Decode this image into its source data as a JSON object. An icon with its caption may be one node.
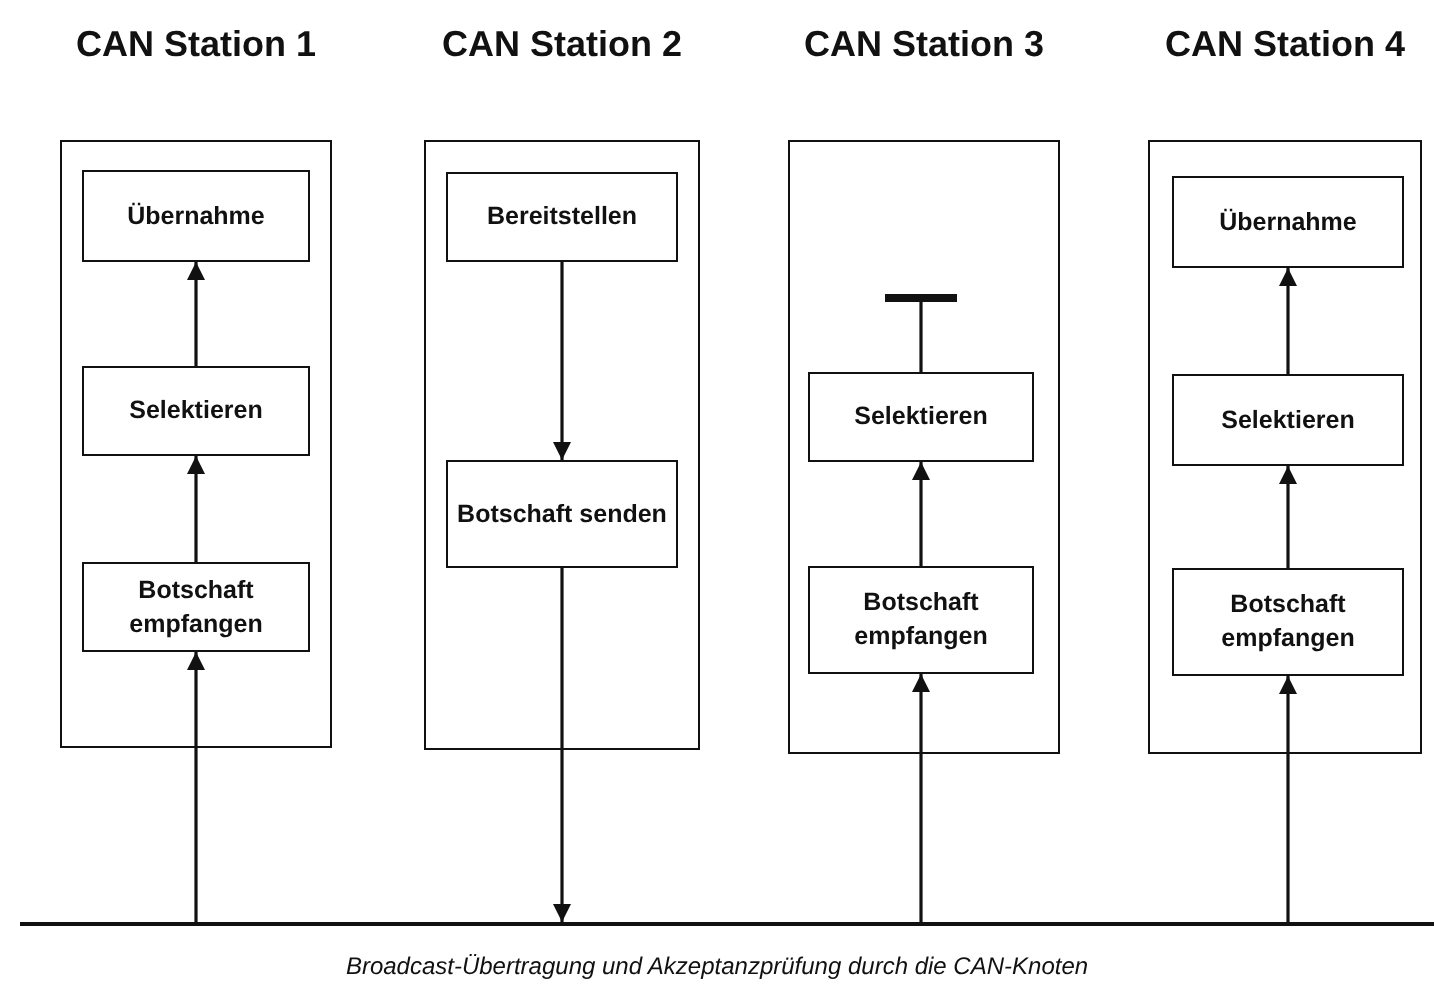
{
  "diagram": {
    "caption": "Broadcast-Übertragung und Akzeptanzprüfung durch die CAN-Knoten",
    "nodes": [
      {
        "text": [
          "CAN Station 1"
        ]
      },
      {
        "text": [
          "Übernahme"
        ],
        "in": 0
      },
      {
        "text": [
          "Selektieren"
        ],
        "in": 0
      },
      {
        "text": [
          "Botschaft empfangen"
        ],
        "in": 0
      },
      {
        "text": [
          "CAN Station 2"
        ]
      },
      {
        "text": [
          "Bereitstellen"
        ],
        "in": 4
      },
      {
        "text": [
          "Botschaft senden"
        ],
        "in": 4
      },
      {
        "text": [
          "CAN Station 3"
        ]
      },
      {
        "text": [
          "Selektieren"
        ],
        "in": 7
      },
      {
        "text": [
          "Botschaft empfangen"
        ],
        "in": 7
      },
      {
        "text": [
          "CAN Station 4"
        ]
      },
      {
        "text": [
          "Übernahme"
        ],
        "in": 10
      },
      {
        "text": [
          "Selektieren"
        ],
        "in": 10
      },
      {
        "text": [
          "Botschaft empfangen"
        ],
        "in": 10
      },
      {
        "text": [],
        "shape": "bar"
      }
    ],
    "edges": [
      {
        "from": 14,
        "to": 3,
        "arrow": "to"
      },
      {
        "from": 3,
        "to": 2,
        "arrow": "to"
      },
      {
        "from": 2,
        "to": 1,
        "arrow": "to"
      },
      {
        "from": 5,
        "to": 6,
        "arrow": "to"
      },
      {
        "from": 6,
        "to": 14,
        "arrow": "to"
      },
      {
        "from": 14,
        "to": 9,
        "arrow": "to"
      },
      {
        "from": 9,
        "to": 8,
        "arrow": "to"
      },
      {
        "from": 8,
        "to": null,
        "arrow": "other"
      },
      {
        "from": 14,
        "to": 13,
        "arrow": "to"
      },
      {
        "from": 13,
        "to": 12,
        "arrow": "to"
      },
      {
        "from": 12,
        "to": 11,
        "arrow": "to"
      }
    ]
  }
}
